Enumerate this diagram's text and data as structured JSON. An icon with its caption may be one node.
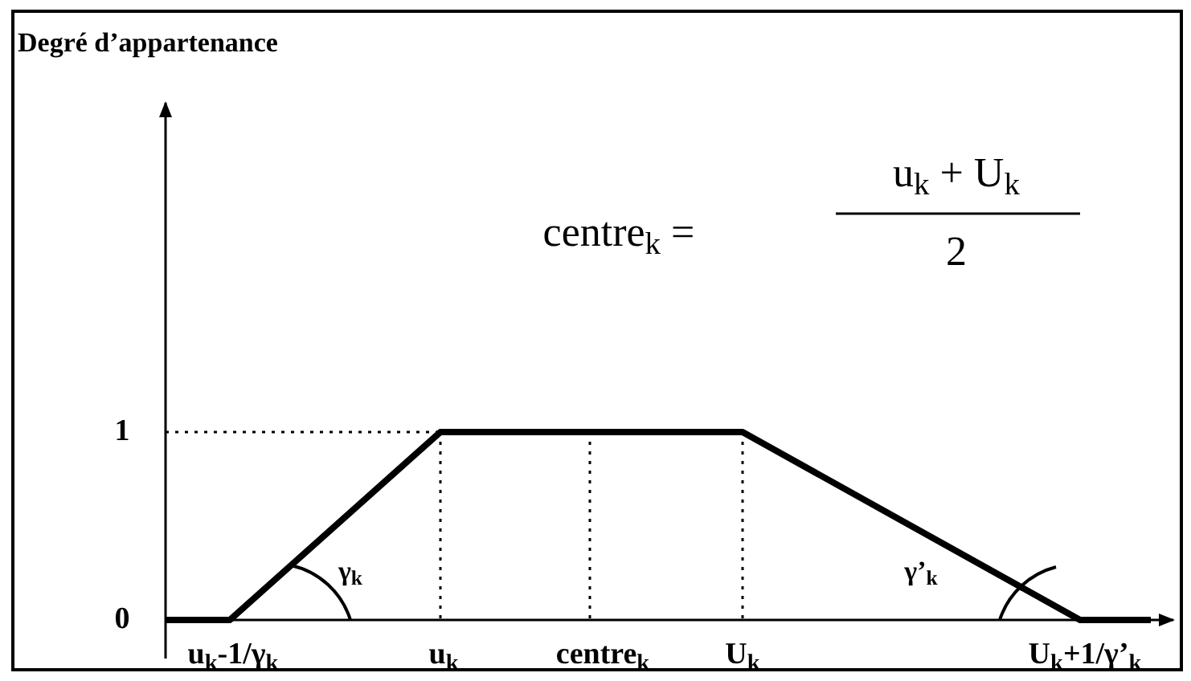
{
  "diagram": {
    "labels": [
      "Degré d’appartenance",
      "centre$_{k}$ =",
      "u$_{k}$ + U$_{k}$",
      "2",
      "1",
      "0",
      "γ$_{k}$",
      "γ’$_{k}$",
      "u$_{k}$-1/γ$_{k}$",
      "u$_{k}$",
      "centre$_{k}$",
      "U$_{k}$",
      "U$_{k}$+1/γ’$_{k}$"
    ]
  }
}
